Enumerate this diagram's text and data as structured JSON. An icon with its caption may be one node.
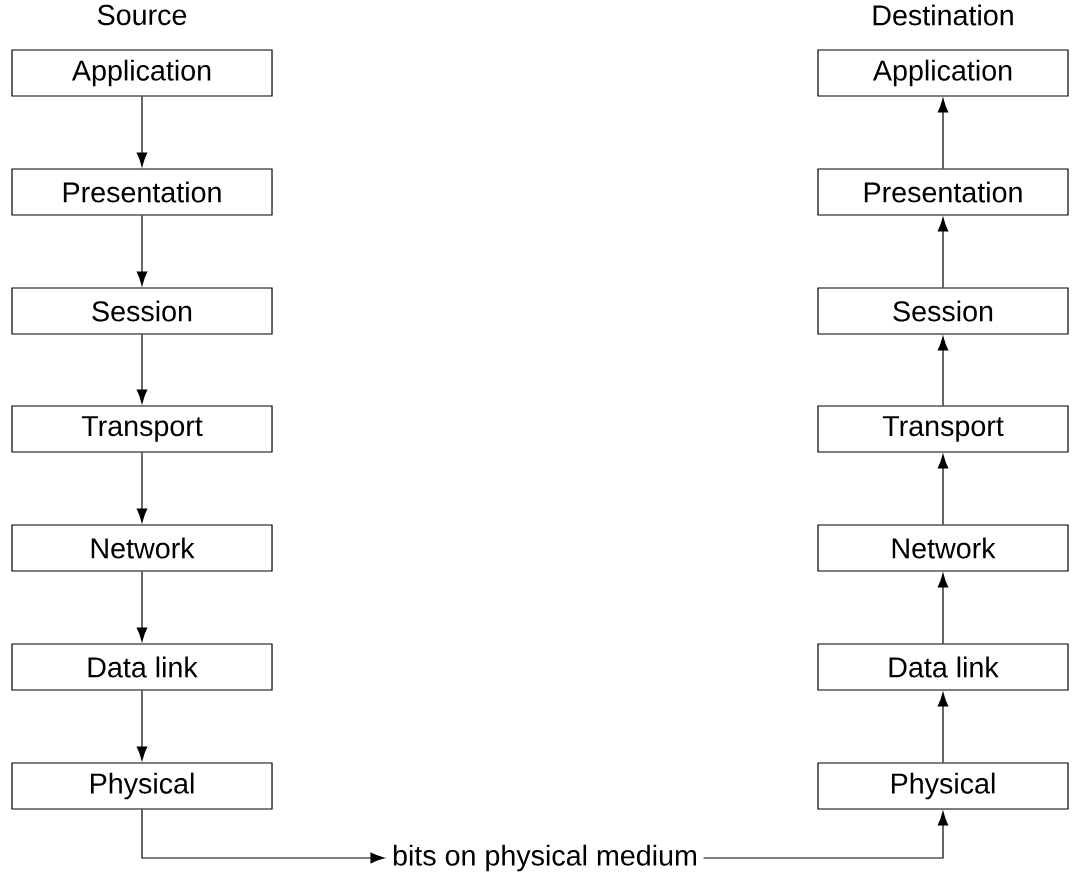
{
  "diagram": {
    "nodes": [
      {
        "text": [
          "Application"
        ]
      },
      {
        "text": [
          "Presentation"
        ]
      },
      {
        "text": [
          "Session"
        ]
      },
      {
        "text": [
          "Transport"
        ]
      },
      {
        "text": [
          "Network"
        ]
      },
      {
        "text": [
          "Data link"
        ]
      },
      {
        "text": [
          "Physical"
        ]
      },
      {
        "text": [
          "Application"
        ]
      },
      {
        "text": [
          "Presentation"
        ]
      },
      {
        "text": [
          "Session"
        ]
      },
      {
        "text": [
          "Transport"
        ]
      },
      {
        "text": [
          "Network"
        ]
      },
      {
        "text": [
          "Data link"
        ]
      },
      {
        "text": [
          "Physical"
        ]
      },
      {
        "text": [
          "bits on physical medium"
        ]
      }
    ],
    "edges": [
      {
        "from": 0,
        "to": 1,
        "arrow": "to"
      },
      {
        "from": 1,
        "to": 2,
        "arrow": "to"
      },
      {
        "from": 2,
        "to": 3,
        "arrow": "to"
      },
      {
        "from": 3,
        "to": 4,
        "arrow": "to"
      },
      {
        "from": 4,
        "to": 5,
        "arrow": "to"
      },
      {
        "from": 5,
        "to": 6,
        "arrow": "to"
      },
      {
        "from": 6,
        "to": 14,
        "arrow": "to"
      },
      {
        "from": 14,
        "to": 13,
        "arrow": "to"
      },
      {
        "from": 13,
        "to": 12,
        "arrow": "to"
      },
      {
        "from": 12,
        "to": 11,
        "arrow": "to"
      },
      {
        "from": 11,
        "to": 10,
        "arrow": "to"
      },
      {
        "from": 10,
        "to": 9,
        "arrow": "to"
      },
      {
        "from": 9,
        "to": 8,
        "arrow": "to"
      },
      {
        "from": 8,
        "to": 7,
        "arrow": "to"
      }
    ],
    "labels": [
      "Source",
      "Destination"
    ]
  }
}
